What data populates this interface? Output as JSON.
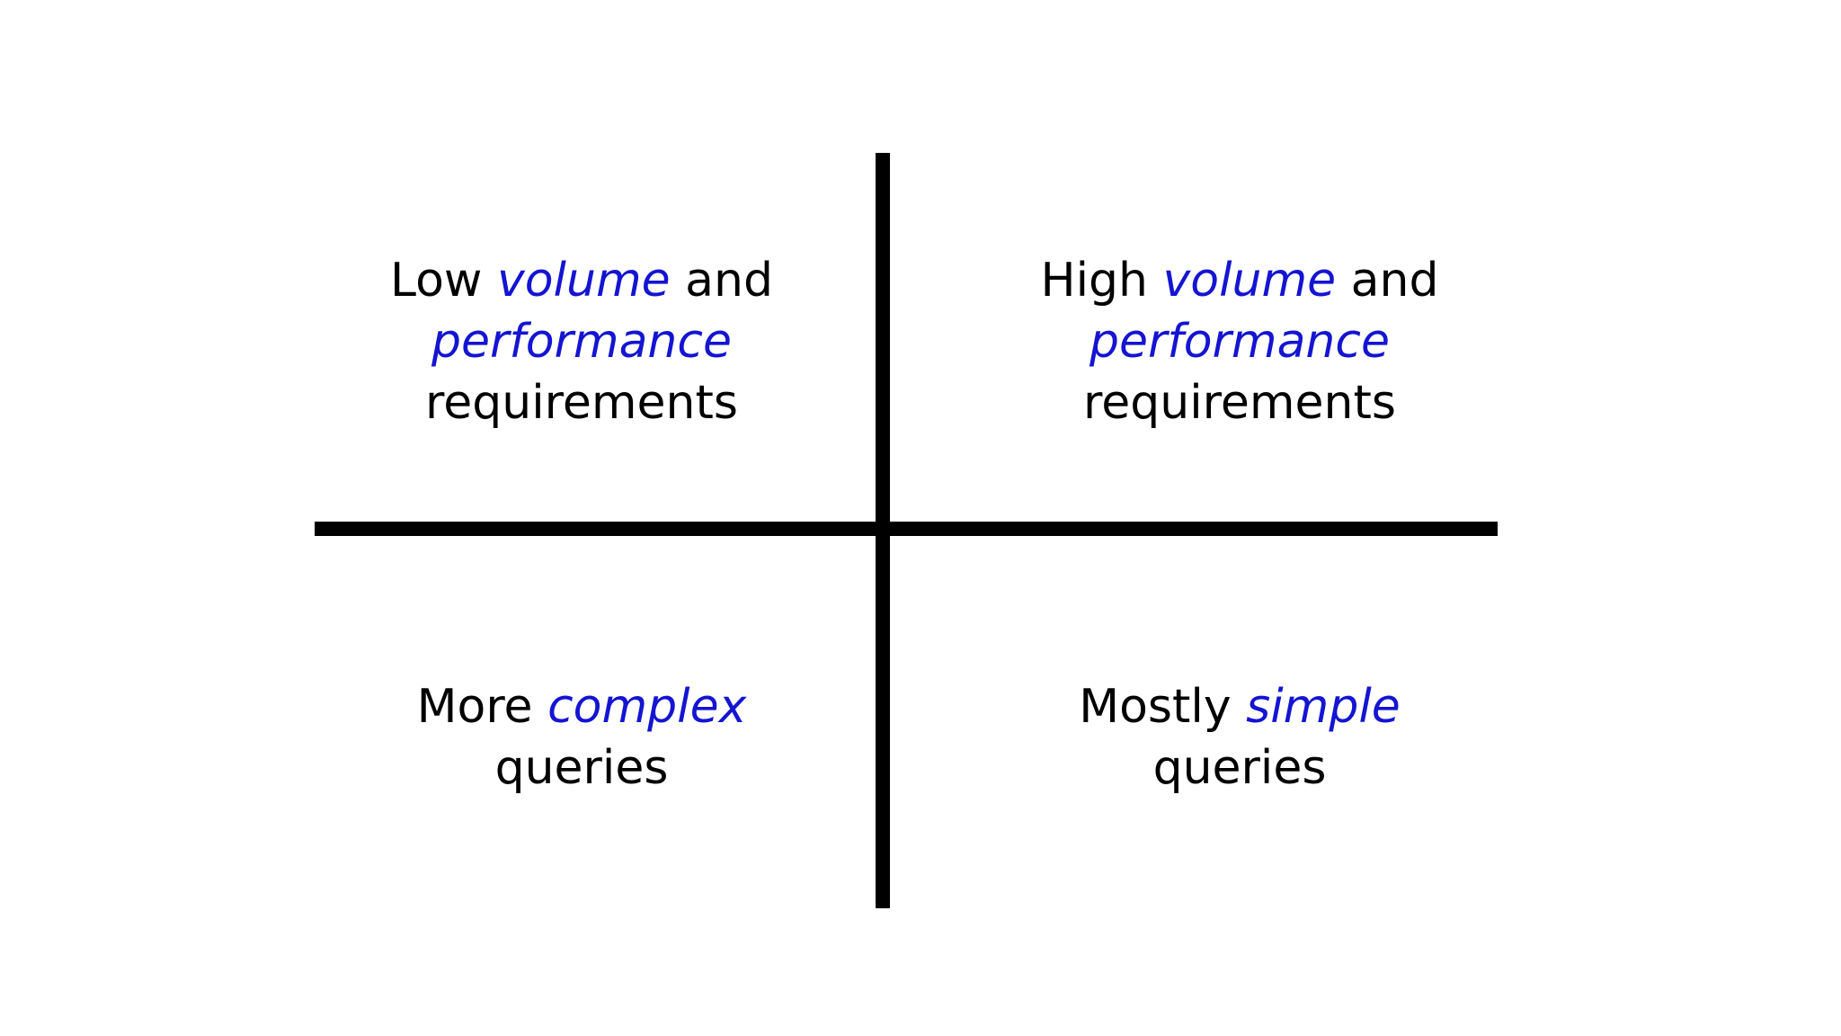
{
  "quadrants": {
    "top_left": {
      "line1": {
        "pre": "Low ",
        "em": "volume",
        "post": " and"
      },
      "line2": {
        "em": "performance"
      },
      "line3": {
        "text": "requirements"
      }
    },
    "top_right": {
      "line1": {
        "pre": "High ",
        "em": "volume",
        "post": " and"
      },
      "line2": {
        "em": "performance"
      },
      "line3": {
        "text": "requirements"
      }
    },
    "bottom_left": {
      "line1": {
        "pre": "More ",
        "em": "complex"
      },
      "line2": {
        "text": "queries"
      }
    },
    "bottom_right": {
      "line1": {
        "pre": "Mostly ",
        "em": "simple"
      },
      "line2": {
        "text": "queries"
      }
    }
  },
  "colors": {
    "emphasis": "#1414d2",
    "text": "#000000",
    "axis": "#000000",
    "background": "#ffffff"
  }
}
